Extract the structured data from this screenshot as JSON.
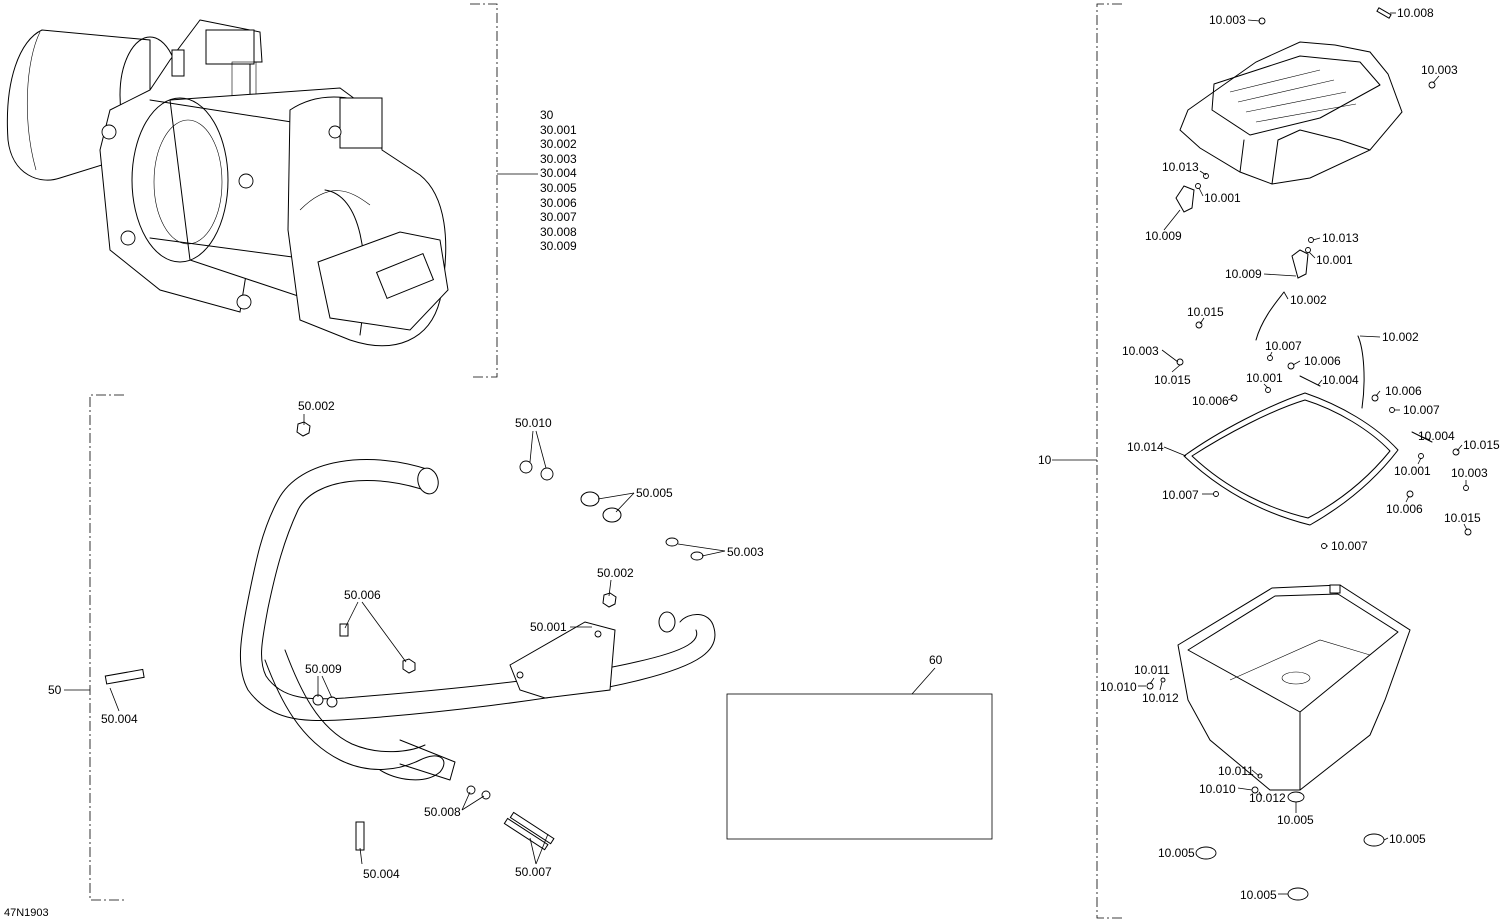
{
  "doc_code": "47N1903",
  "groups": {
    "g30": {
      "label": "30",
      "items": [
        "30",
        "30.001",
        "30.002",
        "30.003",
        "30.004",
        "30.005",
        "30.006",
        "30.007",
        "30.008",
        "30.009"
      ]
    },
    "g50": {
      "label": "50"
    },
    "g10": {
      "label": "10"
    },
    "g60": {
      "label": "60"
    }
  },
  "callouts": {
    "c50_002a": "50.002",
    "c50_010": "50.010",
    "c50_005": "50.005",
    "c50_003": "50.003",
    "c50_002b": "50.002",
    "c50_006": "50.006",
    "c50_001": "50.001",
    "c50_009": "50.009",
    "c50_004a": "50.004",
    "c50_008": "50.008",
    "c50_004b": "50.004",
    "c50_007": "50.007",
    "c10_003a": "10.003",
    "c10_008": "10.008",
    "c10_003b": "10.003",
    "c10_013a": "10.013",
    "c10_001a": "10.001",
    "c10_009a": "10.009",
    "c10_013b": "10.013",
    "c10_001b": "10.001",
    "c10_009b": "10.009",
    "c10_002a": "10.002",
    "c10_015a": "10.015",
    "c10_002b": "10.002",
    "c10_003c": "10.003",
    "c10_007a": "10.007",
    "c10_006a": "10.006",
    "c10_015b": "10.015",
    "c10_001c": "10.001",
    "c10_004a": "10.004",
    "c10_006b": "10.006",
    "c10_006c": "10.006",
    "c10_007b": "10.007",
    "c10_014": "10.014",
    "c10_004b": "10.004",
    "c10_015c": "10.015",
    "c10_001d": "10.001",
    "c10_003d": "10.003",
    "c10_007c": "10.007",
    "c10_006d": "10.006",
    "c10_015d": "10.015",
    "c10_007d": "10.007",
    "c10_011a": "10.011",
    "c10_010a": "10.010",
    "c10_012a": "10.012",
    "c10_011b": "10.011",
    "c10_010b": "10.010",
    "c10_012b": "10.012",
    "c10_005a": "10.005",
    "c10_005b": "10.005",
    "c10_005c": "10.005",
    "c10_005d": "10.005"
  }
}
